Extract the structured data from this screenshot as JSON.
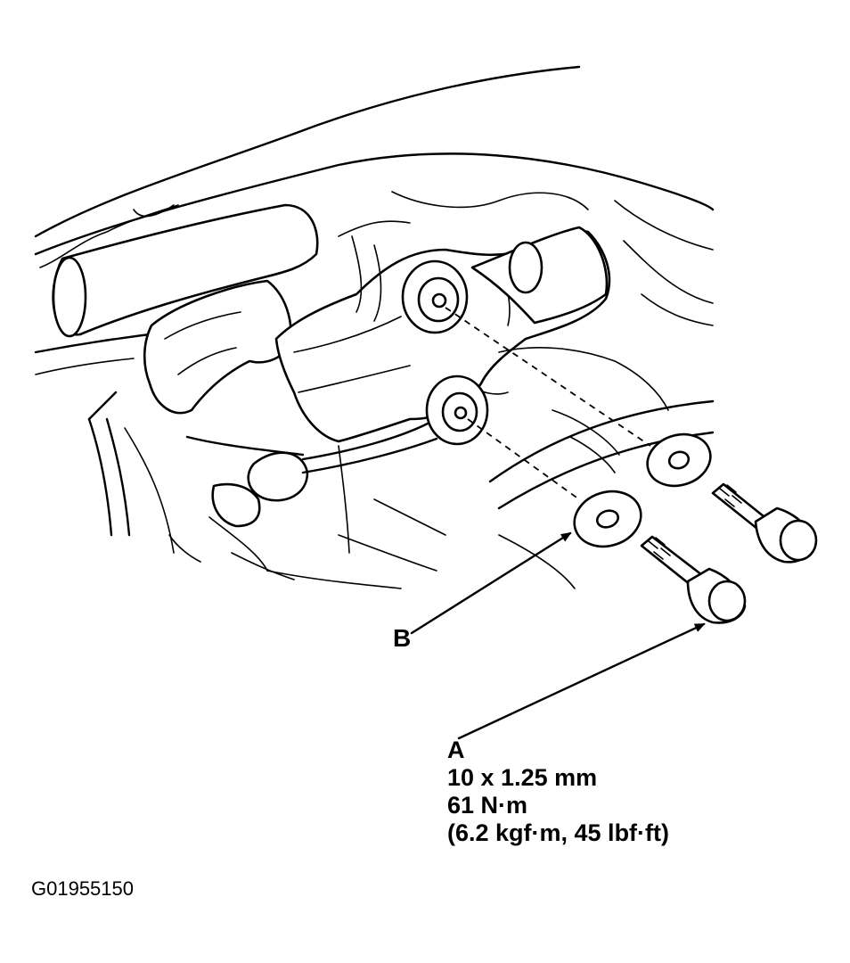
{
  "labels": {
    "b": "B",
    "a": "A",
    "a_lines": [
      "10 x 1.25 mm",
      "61 N·m",
      "(6.2 kgf·m, 45 lbf·ft)"
    ]
  },
  "figure_id": "G01955150"
}
